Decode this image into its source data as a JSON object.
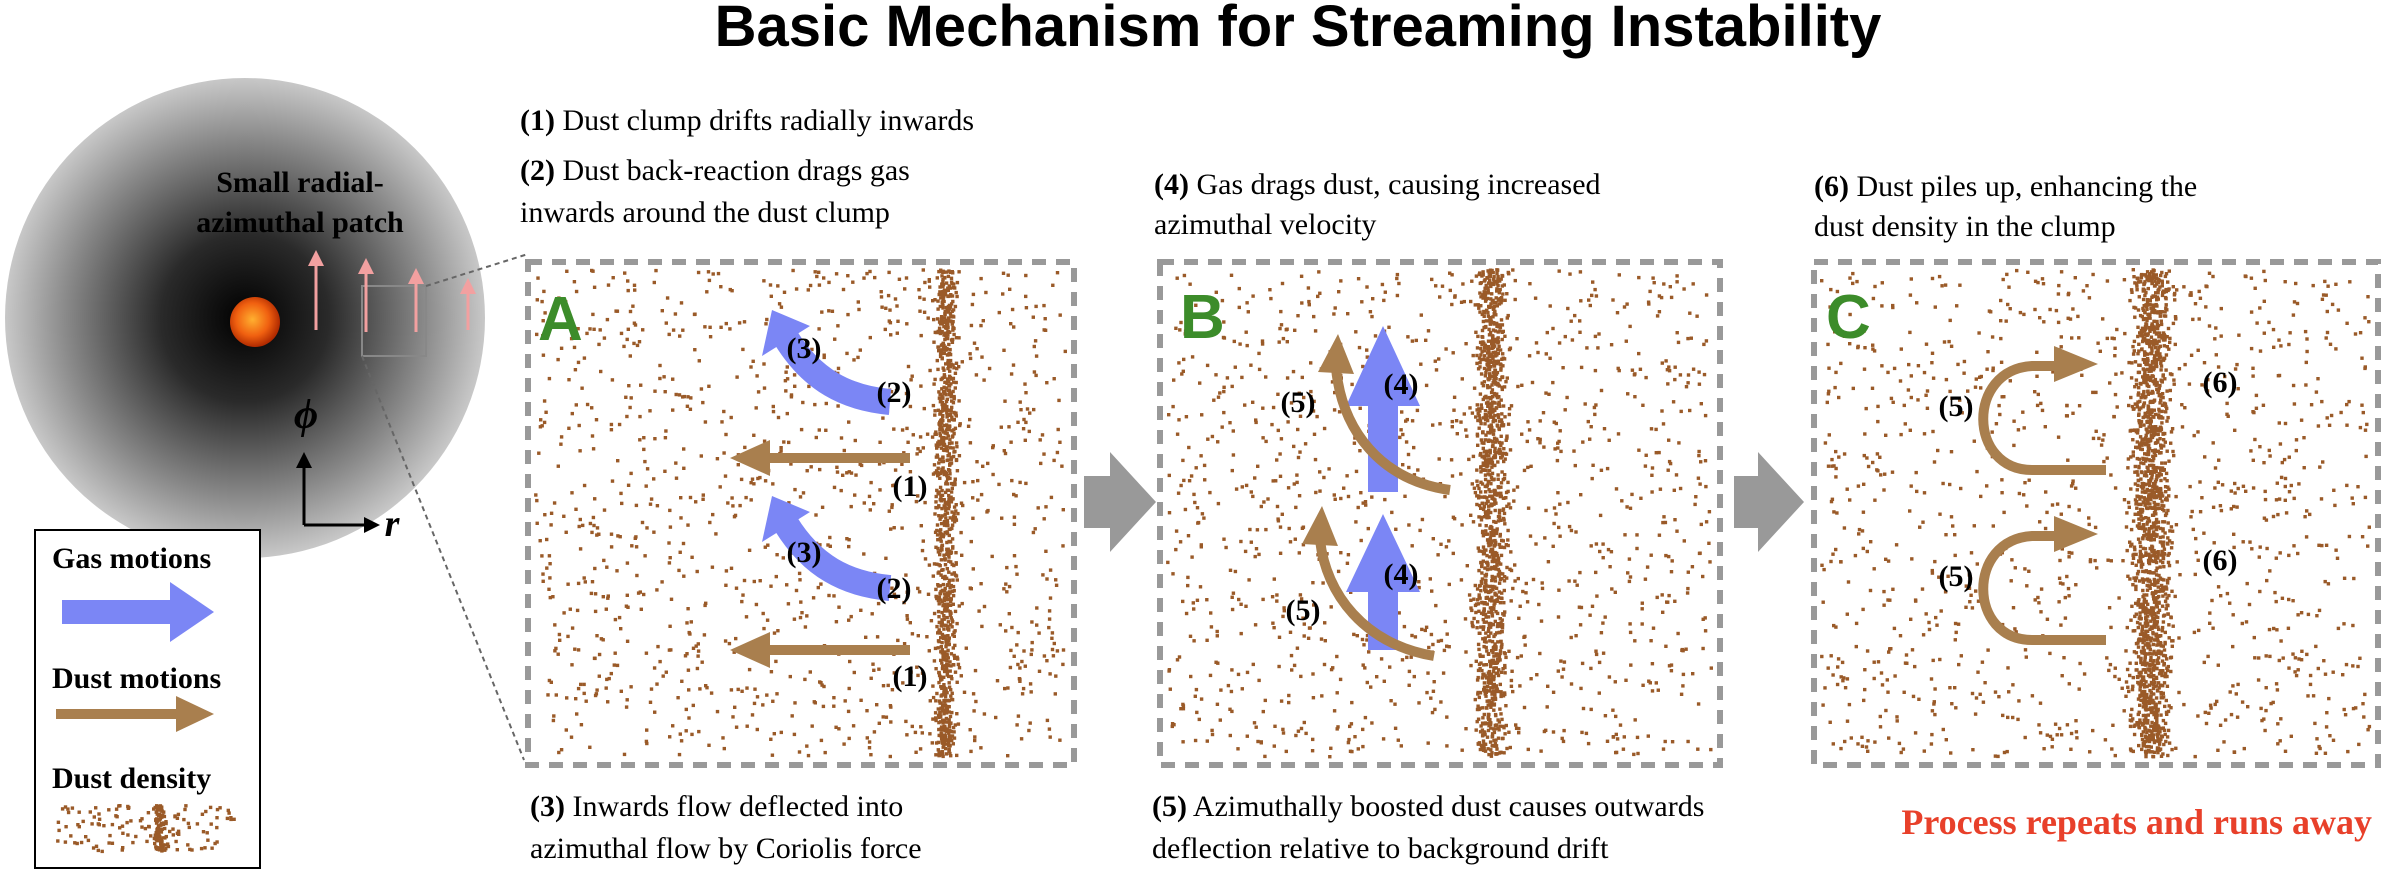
{
  "title": "Basic Mechanism for Streaming Instability",
  "disk": {
    "patch_label_line1": "Small radial-",
    "patch_label_line2": "azimuthal patch",
    "phi_label": "ϕ",
    "r_label": "r"
  },
  "legend": {
    "gas_label": "Gas motions",
    "dust_motion_label": "Dust motions",
    "dust_density_label": "Dust density"
  },
  "colors": {
    "gas_arrow": "#7b86f5",
    "dust_arrow": "#a97f4e",
    "dust_dot": "#9a5a28",
    "panel_letter": "#3c8c2a",
    "runaway_text": "#e8402a",
    "small_arrow": "#f2a0a0",
    "frame": "#999999",
    "transition_arrow": "#999999"
  },
  "captions": {
    "step1_num": "(1)",
    "step1_text": " Dust clump drifts radially inwards",
    "step2_num": "(2)",
    "step2_text_line1": " Dust back-reaction drags gas",
    "step2_text_line2": "inwards around the dust clump",
    "step3_num": "(3)",
    "step3_text_line1": " Inwards flow deflected into",
    "step3_text_line2": "azimuthal flow by Coriolis force",
    "step4_num": "(4)",
    "step4_text_line1": " Gas drags dust, causing increased",
    "step4_text_line2": "azimuthal velocity",
    "step5_num": "(5)",
    "step5_text_line1": " Azimuthally boosted dust causes outwards",
    "step5_text_line2": "deflection relative to background drift",
    "step6_num": "(6)",
    "step6_text_line1": " Dust piles up, enhancing the",
    "step6_text_line2": "dust density in the clump",
    "runaway": "Process repeats and runs away"
  },
  "panels": [
    {
      "letter": "A",
      "labels": [
        "(3)",
        "(2)",
        "(1)",
        "(3)",
        "(2)",
        "(1)"
      ]
    },
    {
      "letter": "B",
      "labels": [
        "(5)",
        "(4)",
        "(5)",
        "(4)"
      ]
    },
    {
      "letter": "C",
      "labels": [
        "(5)",
        "(6)",
        "(5)",
        "(6)"
      ]
    }
  ]
}
